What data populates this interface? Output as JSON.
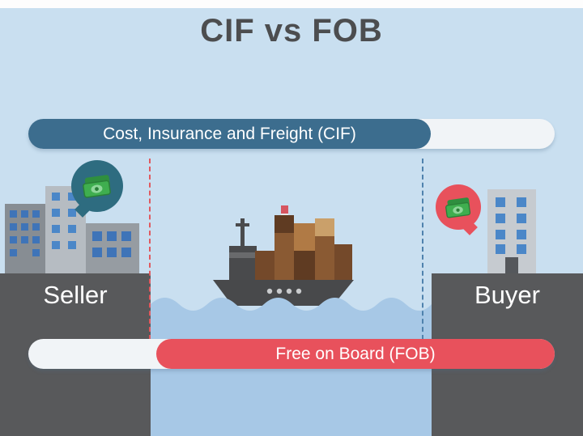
{
  "title": "CIF vs FOB",
  "banners": {
    "cif": {
      "label": "Cost, Insurance and Freight (CIF)",
      "color": "#3c6d8e"
    },
    "fob": {
      "label": "Free on Board (FOB)",
      "color": "#e8515c"
    }
  },
  "parties": {
    "seller": {
      "label": "Seller"
    },
    "buyer": {
      "label": "Buyer"
    }
  },
  "icons": {
    "seller_bubble": "money-icon",
    "buyer_bubble": "money-icon",
    "center": "cargo-ship-icon",
    "seller_side": "city-buildings-icon",
    "buyer_side": "office-building-icon",
    "sea": "water-wave"
  },
  "colors": {
    "background": "#c9dff0",
    "water": "#a7c8e6",
    "platform": "#58595b",
    "cif_teal": "#3c6d8e",
    "fob_red": "#e8515c",
    "bubble_teal": "#2e6c80",
    "money_green": "#3fae4f",
    "title_text": "#4c4d4f",
    "dashed_red": "#e05a60",
    "dashed_blue": "#4f82ad"
  }
}
